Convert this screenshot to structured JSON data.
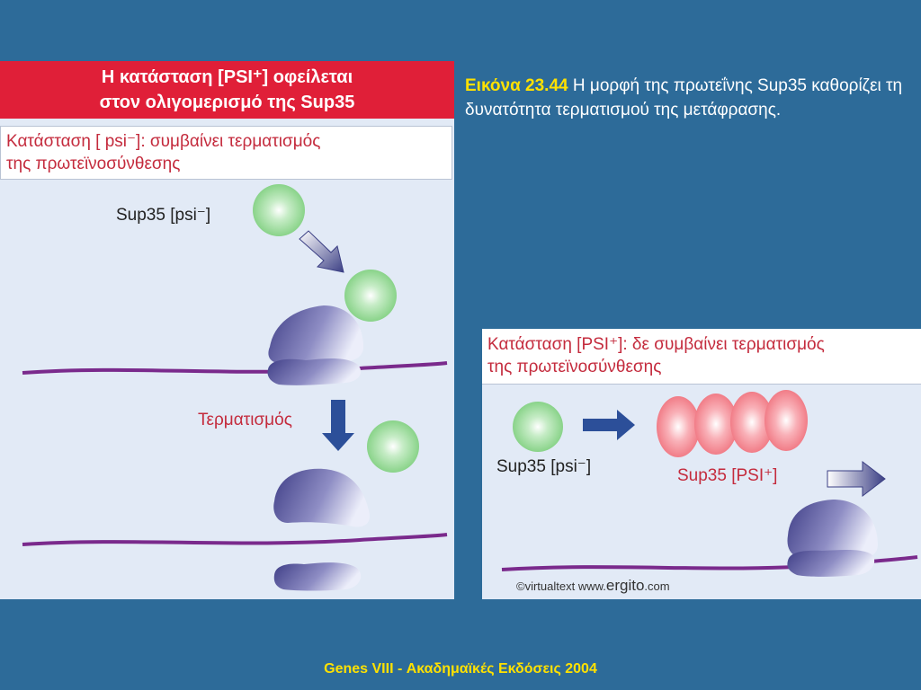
{
  "left": {
    "banner_line1": "Η κατάσταση [PSI⁺] οφείλεται",
    "banner_line2": "στον ολιγομερισμό της Sup35",
    "state_line1": "Κατάσταση [ psi⁻]: συμβαίνει τερματισμός",
    "state_line2": "της πρωτεϊνοσύνθεσης",
    "sup35_label": "Sup35 [psi⁻]",
    "termination_label": "Τερματισμός"
  },
  "right": {
    "state_line1": "Κατάσταση [PSI⁺]: δε συμβαίνει τερματισμός",
    "state_line2": "της πρωτεϊνοσύνθεσης",
    "sup35_psi_minus": "Sup35 [psi⁻]",
    "sup35_psi_plus": "Sup35 [PSI⁺]",
    "copyright_prefix": "©virtualtext  www.",
    "copyright_brand": "ergito",
    "copyright_suffix": ".com"
  },
  "caption": {
    "figure": "Εικόνα 23.44",
    "text": " Η μορφή της πρωτεΐνης Sup35 καθορίζει τη δυνατότητα τερματισμού της μετάφρασης."
  },
  "footer": "Genes VIII - Ακαδημαϊκές Εκδόσεις 2004",
  "colors": {
    "background": "#2d6b99",
    "banner": "#e01f38",
    "panel": "#e2eaf6",
    "accent_text": "#c42b3d",
    "caption_highlight": "#ffe100",
    "mrna": "#7a2a8c",
    "sup35_monomer": "#8fd68f",
    "sup35_aggregate": "#f07882",
    "ribosome": "#6b6aa8"
  }
}
